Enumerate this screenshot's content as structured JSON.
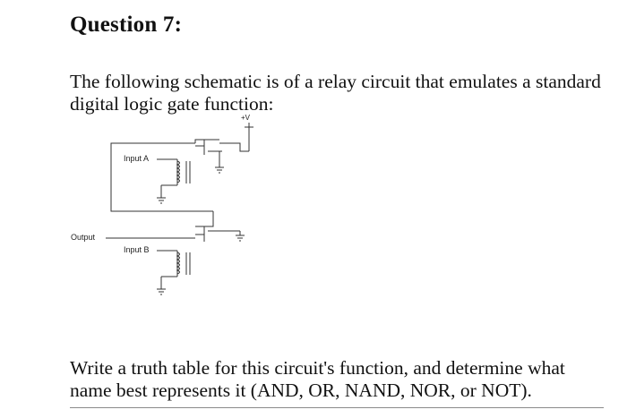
{
  "question": {
    "title": "Question 7:"
  },
  "intro_text": "The following schematic is of a relay circuit that emulates a standard digital logic gate function:",
  "schematic": {
    "supply_label": "+V",
    "input_a_label": "Input A",
    "input_b_label": "Input B",
    "output_label": "Output"
  },
  "footer_text": "Write a truth table for this circuit's function, and determine what name best represents it (AND, OR, NAND, NOR, or NOT)."
}
